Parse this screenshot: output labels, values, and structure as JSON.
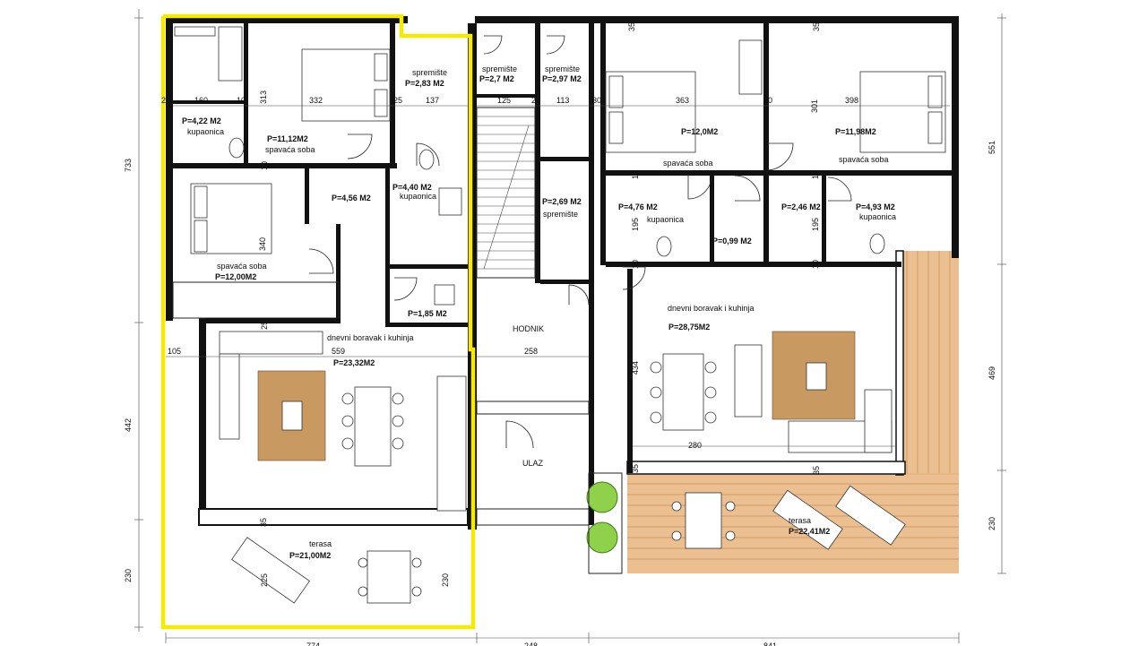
{
  "plan": {
    "highlight_color": "#f5ea00",
    "deck_color": "#e7b27a",
    "rooms": [
      {
        "id": "bath-1",
        "name": "kupaonica",
        "area": "P=4,22 M2"
      },
      {
        "id": "bed-1",
        "name": "spavaća soba",
        "area": "P=11,12M2"
      },
      {
        "id": "storage-1",
        "name": "spremište",
        "area": "P=2,83 M2"
      },
      {
        "id": "storage-2",
        "name": "spremište",
        "area": "P=2,7 M2"
      },
      {
        "id": "storage-3",
        "name": "spremište",
        "area": "P=2,97 M2"
      },
      {
        "id": "hall-1",
        "name": "",
        "area": "P=4,56 M2"
      },
      {
        "id": "bath-2",
        "name": "kupaonica",
        "area": "P=4,40 M2"
      },
      {
        "id": "bed-2",
        "name": "spavaća soba",
        "area": "P=12,00M2"
      },
      {
        "id": "wc-1",
        "name": "",
        "area": "P=1,85 M2"
      },
      {
        "id": "living-1",
        "name": "dnevni boravak i kuhinja",
        "area": "P=23,32M2"
      },
      {
        "id": "terrace-1",
        "name": "terasa",
        "area": "P=21,00M2"
      },
      {
        "id": "storage-4",
        "name": "spremište",
        "area": "P=2,69 M2"
      },
      {
        "id": "corridor",
        "name": "HODNIK",
        "area": ""
      },
      {
        "id": "entrance",
        "name": "ULAZ",
        "area": ""
      },
      {
        "id": "bed-3",
        "name": "spavaća soba",
        "area": "P=12,0M2"
      },
      {
        "id": "bed-4",
        "name": "spavaća soba",
        "area": "P=11,98M2"
      },
      {
        "id": "bath-3",
        "name": "kupaonica",
        "area": "P=4,76 M2"
      },
      {
        "id": "hall-2",
        "name": "",
        "area": "P=2,46 M2"
      },
      {
        "id": "bath-4",
        "name": "kupaonica",
        "area": "P=4,93 M2"
      },
      {
        "id": "wc-2",
        "name": "",
        "area": "P=0,99 M2"
      },
      {
        "id": "living-2",
        "name": "dnevni boravak i kuhinja",
        "area": "P=28,75M2"
      },
      {
        "id": "terrace-2",
        "name": "terasa",
        "area": "P=22,41M2"
      }
    ],
    "dims": [
      "733",
      "442",
      "230",
      "551",
      "469",
      "230",
      "160",
      "332",
      "137",
      "125",
      "113",
      "363",
      "398",
      "25",
      "10",
      "25",
      "20",
      "30",
      "30",
      "313",
      "301",
      "340",
      "195",
      "195",
      "25",
      "105",
      "559",
      "258",
      "434",
      "280",
      "35",
      "35",
      "35",
      "35",
      "35",
      "225",
      "230",
      "10",
      "10",
      "10",
      "10",
      "10",
      "774",
      "248",
      "841"
    ]
  }
}
